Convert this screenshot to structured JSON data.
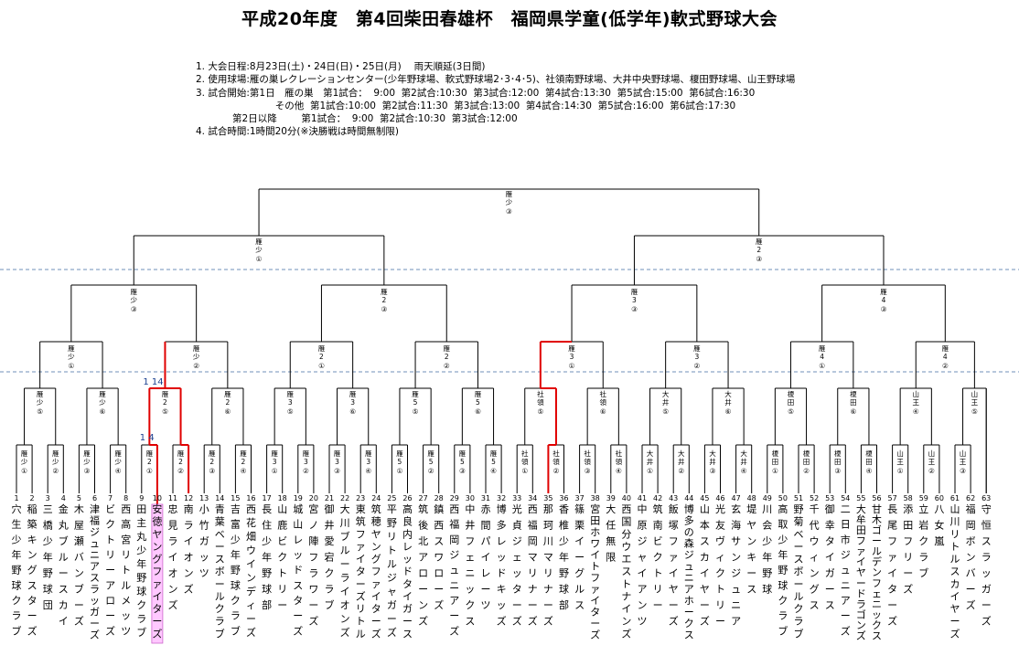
{
  "title": "平成20年度　第4回柴田春雄杯　福岡県学童(低学年)軟式野球大会",
  "info": [
    "1. 大会日程:8月23日(土)・24日(日)・25日(月)　 雨天順延(3日間)",
    "2. 使用球場:雁の巣レクレーションセンター(少年野球場、軟式野球場2･3･4･5)、社領南野球場、大井中央野球場、榎田野球場、山王野球場",
    "3. 試合開始:第1日　雁の巣　第1試合：  9:00  第2試合:10:30  第3試合:12:00  第4試合:13:30  第5試合:15:00  第6試合:16:30",
    "                          その他  第1試合:10:00  第2試合:11:30  第3試合:13:00  第4試合:14:30  第5試合:16:00  第6試合:17:30",
    "            第2日以降        第1試合：  9:00  第2試合:10:30  第3試合:12:00",
    "4. 試合時間:1時間20分(※決勝戦は時間無制限)"
  ],
  "scores": {
    "upper": "1  14",
    "lower": "1  4"
  },
  "highlight_team_index": 9,
  "colors": {
    "line": "#000000",
    "win": "#e00000",
    "dashed": "#6f8fb8",
    "highlight_bg": "#ffc8ff",
    "score": "#1a3f8f"
  },
  "teams": [
    "穴生少年野球クラブ",
    "稲築キングスターズ",
    "三橋少年野球団",
    "金丸ブルースカイ",
    "木屋瀬バンブーズ",
    "津福ジュニアスラッガーズ",
    "ビクトリーアローズ",
    "西高宮リトルメッツ",
    "田主丸少年野球クラブ",
    "安徳ヤングファイターズ",
    "忠見ライオンズ",
    "南ライオンズ",
    "小竹ガッツ",
    "青葉ベースボールクラブ",
    "吉富少年野球クラブ",
    "西花畑ウインディーズ",
    "長住少年野球部",
    "山鹿ビクトリー",
    "城山レッドスターズ",
    "宮ノ陣フラワーズ",
    "御井愛宕クラブ",
    "大川ブルーライオンズ",
    "東筑ファイターズリトル",
    "筑穂ヤングファイターズ",
    "平野リトルジャガーズ",
    "高良内レッドタイガース",
    "筑後北アローンズ",
    "鎮西スワローズ",
    "西福岡ジュニアーズ",
    "中井フェニックス",
    "赤間パイレーツ",
    "博多レッドキッズ",
    "光貞ジェッターズ",
    "西福岡マリナーズ",
    "那珂川マリナーズ",
    "香椎少年野球部",
    "篠栗イーグルス",
    "宮田ホワイトファイターズ",
    "大任無限",
    "西国分ウエストナインズ",
    "中原ジャイアンツ",
    "筑南ビクトリー",
    "飯塚ファイヤーズ",
    "博多の森ジュニアホークス",
    "山本スカイヤーズ",
    "光友ヴィクトリー",
    "玄海サンジュニア",
    "堤ヤンキース",
    "川会少年野球",
    "高取少年野球クラブ",
    "野菊ベースボールクラブ",
    "千代ウィングス",
    "御幸タイガース",
    "二日市ジュニアーズ",
    "大牟田ファイヤードラゴンズ",
    "甘木ゴールデンフェニックス",
    "長尾ファイターズ",
    "添田フリーズ",
    "立岩クラブ",
    "八女嵐",
    "山川リトルスカイヤーズ",
    "福岡ボンバーズ",
    "守恒スラッガーズ"
  ],
  "r1": [
    {
      "l": "雁少",
      "s": "①"
    },
    {
      "l": "雁少",
      "s": "②"
    },
    {
      "l": "雁少",
      "s": "③"
    },
    {
      "l": "雁少",
      "s": "④"
    },
    {
      "l": "雁2",
      "s": "①"
    },
    {
      "l": "雁2",
      "s": "②"
    },
    {
      "l": "雁2",
      "s": "③"
    },
    {
      "l": "雁2",
      "s": "④"
    },
    {
      "l": "雁3",
      "s": "①"
    },
    {
      "l": "雁3",
      "s": "②"
    },
    {
      "l": "雁3",
      "s": "③"
    },
    {
      "l": "雁3",
      "s": "④"
    },
    {
      "l": "雁5",
      "s": "①"
    },
    {
      "l": "雁5",
      "s": "②"
    },
    {
      "l": "雁5",
      "s": "③"
    },
    {
      "l": "雁5",
      "s": "④"
    },
    {
      "l": "社領",
      "s": "①"
    },
    {
      "l": "社領",
      "s": "②"
    },
    {
      "l": "社領",
      "s": "③"
    },
    {
      "l": "社領",
      "s": "④"
    },
    {
      "l": "大井",
      "s": "①"
    },
    {
      "l": "大井",
      "s": "②"
    },
    {
      "l": "大井",
      "s": "③"
    },
    {
      "l": "大井",
      "s": "④"
    },
    {
      "l": "榎田",
      "s": "①"
    },
    {
      "l": "榎田",
      "s": "②"
    },
    {
      "l": "榎田",
      "s": "③"
    },
    {
      "l": "榎田",
      "s": "④"
    },
    {
      "l": "山王",
      "s": "①"
    },
    {
      "l": "山王",
      "s": "②"
    },
    {
      "l": "山王",
      "s": "③"
    }
  ],
  "r2": [
    {
      "l": "雁少",
      "s": "⑤"
    },
    {
      "l": "雁少",
      "s": "⑥"
    },
    {
      "l": "雁2",
      "s": "⑤"
    },
    {
      "l": "雁2",
      "s": "⑥"
    },
    {
      "l": "雁3",
      "s": "⑤"
    },
    {
      "l": "雁3",
      "s": "⑥"
    },
    {
      "l": "雁5",
      "s": "⑤"
    },
    {
      "l": "雁5",
      "s": "⑥"
    },
    {
      "l": "社領",
      "s": "⑤"
    },
    {
      "l": "社領",
      "s": "⑥"
    },
    {
      "l": "大井",
      "s": "⑤"
    },
    {
      "l": "大井",
      "s": "⑥"
    },
    {
      "l": "榎田",
      "s": "⑤"
    },
    {
      "l": "榎田",
      "s": "⑥"
    },
    {
      "l": "山王",
      "s": "④"
    },
    {
      "l": "山王",
      "s": "⑤"
    }
  ],
  "r3": [
    {
      "l": "雁少",
      "s": "①"
    },
    {
      "l": "雁少",
      "s": "②"
    },
    {
      "l": "雁2",
      "s": "①"
    },
    {
      "l": "雁2",
      "s": "②"
    },
    {
      "l": "雁3",
      "s": "①"
    },
    {
      "l": "雁3",
      "s": "②"
    },
    {
      "l": "雁4",
      "s": "①"
    },
    {
      "l": "雁4",
      "s": "②"
    }
  ],
  "r4": [
    {
      "l": "雁少",
      "s": "③"
    },
    {
      "l": "雁2",
      "s": "③"
    },
    {
      "l": "雁3",
      "s": "③"
    },
    {
      "l": "雁4",
      "s": "③"
    }
  ],
  "r5": [
    {
      "l": "雁少",
      "s": "①"
    },
    {
      "l": "雁2",
      "s": "③"
    }
  ],
  "r6": [
    {
      "l": "雁少",
      "s": "③"
    }
  ]
}
